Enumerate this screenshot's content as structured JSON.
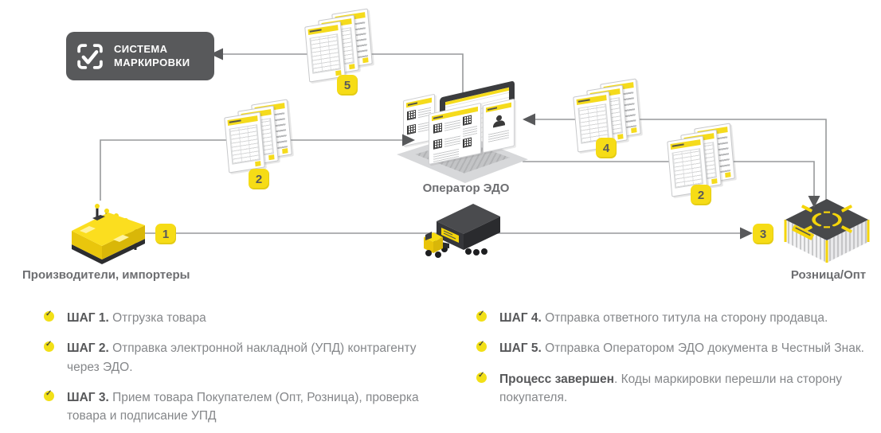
{
  "diagram": {
    "marking_system": {
      "line1": "СИСТЕМА",
      "line2": "МАРКИРОВКИ"
    },
    "operator_label": "Оператор ЭДО",
    "producers_label": "Производители, импортеры",
    "retail_label": "Розница/Опт",
    "badges": {
      "b1": "1",
      "b2_left": "2",
      "b5": "5",
      "b4": "4",
      "b2_right": "2",
      "b3": "3"
    }
  },
  "legend": {
    "left": [
      {
        "bold": "ШАГ 1.",
        "text": " Отгрузка товара"
      },
      {
        "bold": "ШАГ 2.",
        "text": " Отправка электронной накладной (УПД) контрагенту через ЭДО."
      },
      {
        "bold": "ШАГ 3.",
        "text": " Прием товара Покупателем (Опт, Розница), проверка товара и подписание УПД"
      }
    ],
    "right": [
      {
        "bold": "ШАГ 4.",
        "text": " Отправка ответного титула на сторону продавца."
      },
      {
        "bold": "ШАГ 5.",
        "text": " Отправка Оператором ЭДО документа в Честный Знак."
      },
      {
        "bold": "Процесс завершен",
        "text": ". Коды маркировки перешли на сторону покупателя."
      }
    ]
  },
  "colors": {
    "accent_yellow": "#F5DB1C",
    "dark_gray": "#58595B",
    "line_gray": "#97999B",
    "text_muted": "#85878A"
  }
}
